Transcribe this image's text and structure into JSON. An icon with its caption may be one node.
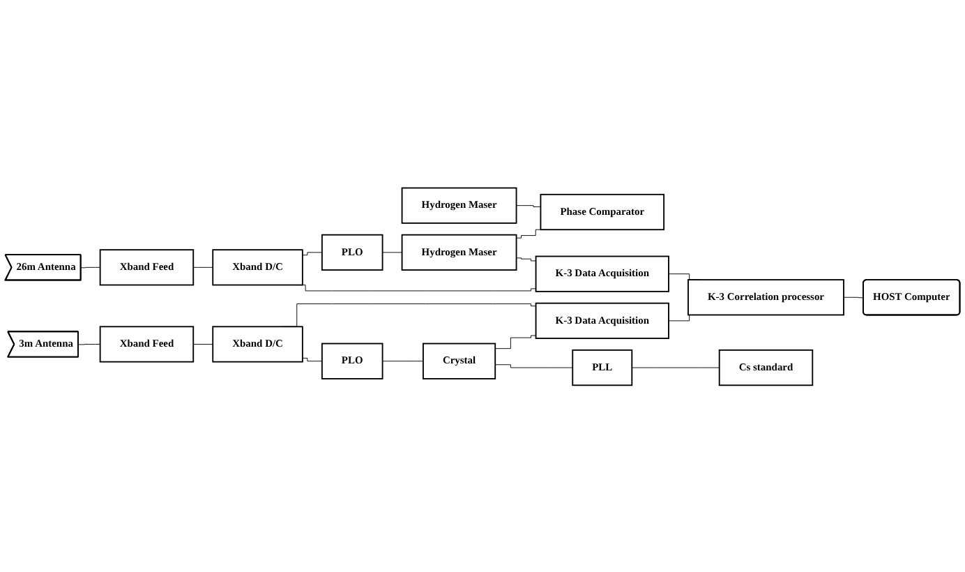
{
  "diagram": {
    "nodes": [
      {
        "text": [
          "Hydrogen Maser"
        ]
      },
      {
        "text": [
          "26m Antenna"
        ]
      },
      {
        "text": [
          "Phase Comparator"
        ]
      },
      {
        "text": [
          "PLO"
        ]
      },
      {
        "text": [
          "Hydrogen Maser"
        ]
      },
      {
        "text": [
          "Xband Feed"
        ]
      },
      {
        "text": [
          "Xband D/C"
        ]
      },
      {
        "text": [
          "K-3 Data Acquisition"
        ]
      },
      {
        "text": [
          "K-3 Correlation processor"
        ]
      },
      {
        "text": [
          "K-3 Data Acquisition"
        ]
      },
      {
        "text": [
          "Xband Feed"
        ]
      },
      {
        "text": [
          "Xband D/C"
        ]
      },
      {
        "text": [
          "HOST Computer"
        ]
      },
      {
        "text": [
          "PLO"
        ]
      },
      {
        "text": [
          "Crystal"
        ]
      },
      {
        "text": [
          "3m Antenna"
        ]
      },
      {
        "text": [
          "PLL"
        ]
      },
      {
        "text": [
          "Cs standard"
        ]
      }
    ],
    "edges": [
      {
        "from": 1,
        "to": 5,
        "arrow": "none"
      },
      {
        "from": 5,
        "to": 6,
        "arrow": "none"
      },
      {
        "from": 6,
        "to": 3,
        "arrow": "none"
      },
      {
        "from": 6,
        "to": 7,
        "arrow": "none"
      },
      {
        "from": 3,
        "to": 4,
        "arrow": "none"
      },
      {
        "from": 0,
        "to": 2,
        "arrow": "none"
      },
      {
        "from": 4,
        "to": 2,
        "arrow": "none"
      },
      {
        "from": 4,
        "to": 7,
        "arrow": "none"
      },
      {
        "from": 7,
        "to": 8,
        "arrow": "none"
      },
      {
        "from": 9,
        "to": 8,
        "arrow": "none"
      },
      {
        "from": 8,
        "to": 12,
        "arrow": "none"
      },
      {
        "from": 15,
        "to": 10,
        "arrow": "none"
      },
      {
        "from": 10,
        "to": 11,
        "arrow": "none"
      },
      {
        "from": 11,
        "to": 9,
        "arrow": "none"
      },
      {
        "from": 11,
        "to": 13,
        "arrow": "none"
      },
      {
        "from": 13,
        "to": 14,
        "arrow": "none"
      },
      {
        "from": 14,
        "to": 9,
        "arrow": "none"
      },
      {
        "from": 14,
        "to": 16,
        "arrow": "none"
      },
      {
        "from": 16,
        "to": 17,
        "arrow": "none"
      }
    ]
  }
}
